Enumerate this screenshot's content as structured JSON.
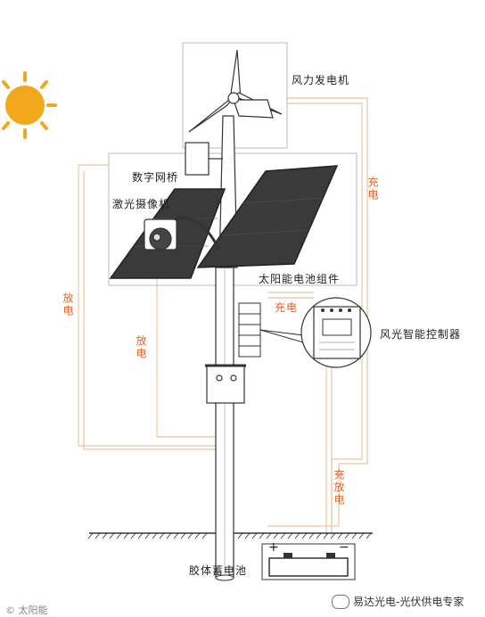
{
  "labels": {
    "wind_turbine": "风力发电机",
    "digital_bridge": "数字网桥",
    "laser_camera": "激光摄像机",
    "solar_module": "太阳能电池组件",
    "controller": "风光智能控制器",
    "battery": "胶体蓄电池"
  },
  "flow_labels": {
    "charge_top": "充电",
    "charge_mid": "充电",
    "discharge_left": "放电",
    "discharge_inner": "放电",
    "charge_discharge": "充放电"
  },
  "battery_terminals": {
    "positive": "+",
    "negative": "−"
  },
  "watermark": "© 太阳能",
  "brand": "易达光电-光伏供电专家",
  "colors": {
    "wire": "#e8c7a0",
    "flow_text": "#e2622a",
    "sun": "#f2a81c"
  },
  "icons": [
    "sun-icon",
    "wechat-icon"
  ]
}
